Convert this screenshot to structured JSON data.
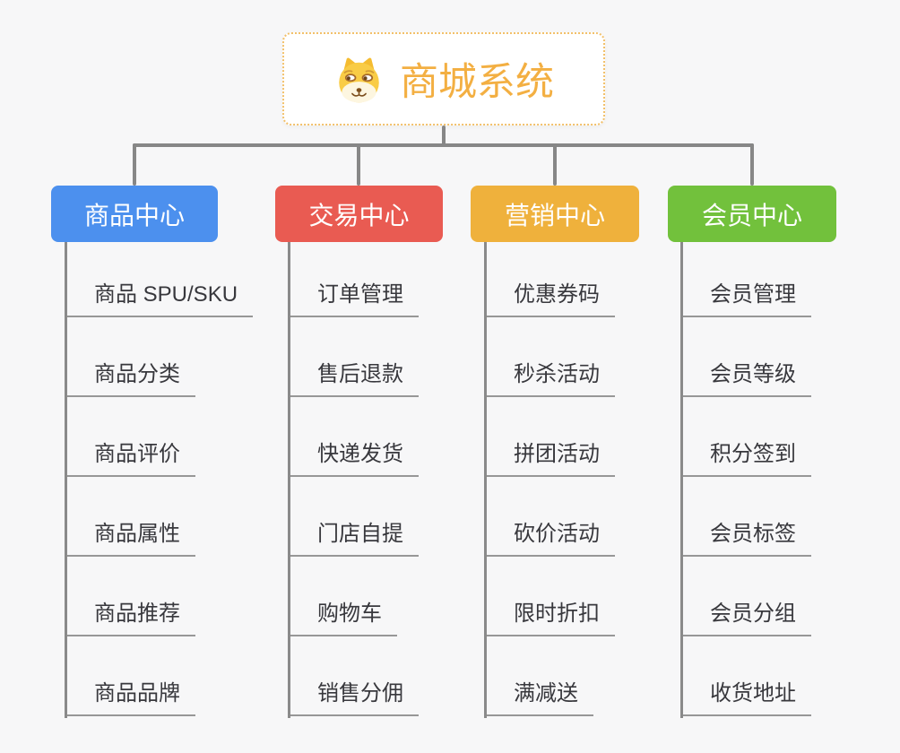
{
  "root": {
    "label": "商城系统",
    "icon": "doge-face-icon",
    "text_color": "#F3AF42",
    "border_color": "#F2C06A",
    "background": "#FFFFFF"
  },
  "branches": [
    {
      "label": "商品中心",
      "color": "#4C90EE",
      "children": [
        "商品 SPU/SKU",
        "商品分类",
        "商品评价",
        "商品属性",
        "商品推荐",
        "商品品牌"
      ]
    },
    {
      "label": "交易中心",
      "color": "#E95B52",
      "children": [
        "订单管理",
        "售后退款",
        "快递发货",
        "门店自提",
        "购物车",
        "销售分佣"
      ]
    },
    {
      "label": "营销中心",
      "color": "#EFB13C",
      "children": [
        "优惠券码",
        "秒杀活动",
        "拼团活动",
        "砍价活动",
        "限时折扣",
        "满减送"
      ]
    },
    {
      "label": "会员中心",
      "color": "#72C13C",
      "children": [
        "会员管理",
        "会员等级",
        "积分签到",
        "会员标签",
        "会员分组",
        "收货地址"
      ]
    }
  ],
  "styles": {
    "page_background": "#F7F7F8",
    "connector_color": "#878787",
    "leaf_underline_color": "#979797",
    "leaf_text_color": "#38383D",
    "branch_text_color": "#FFFFFF"
  }
}
